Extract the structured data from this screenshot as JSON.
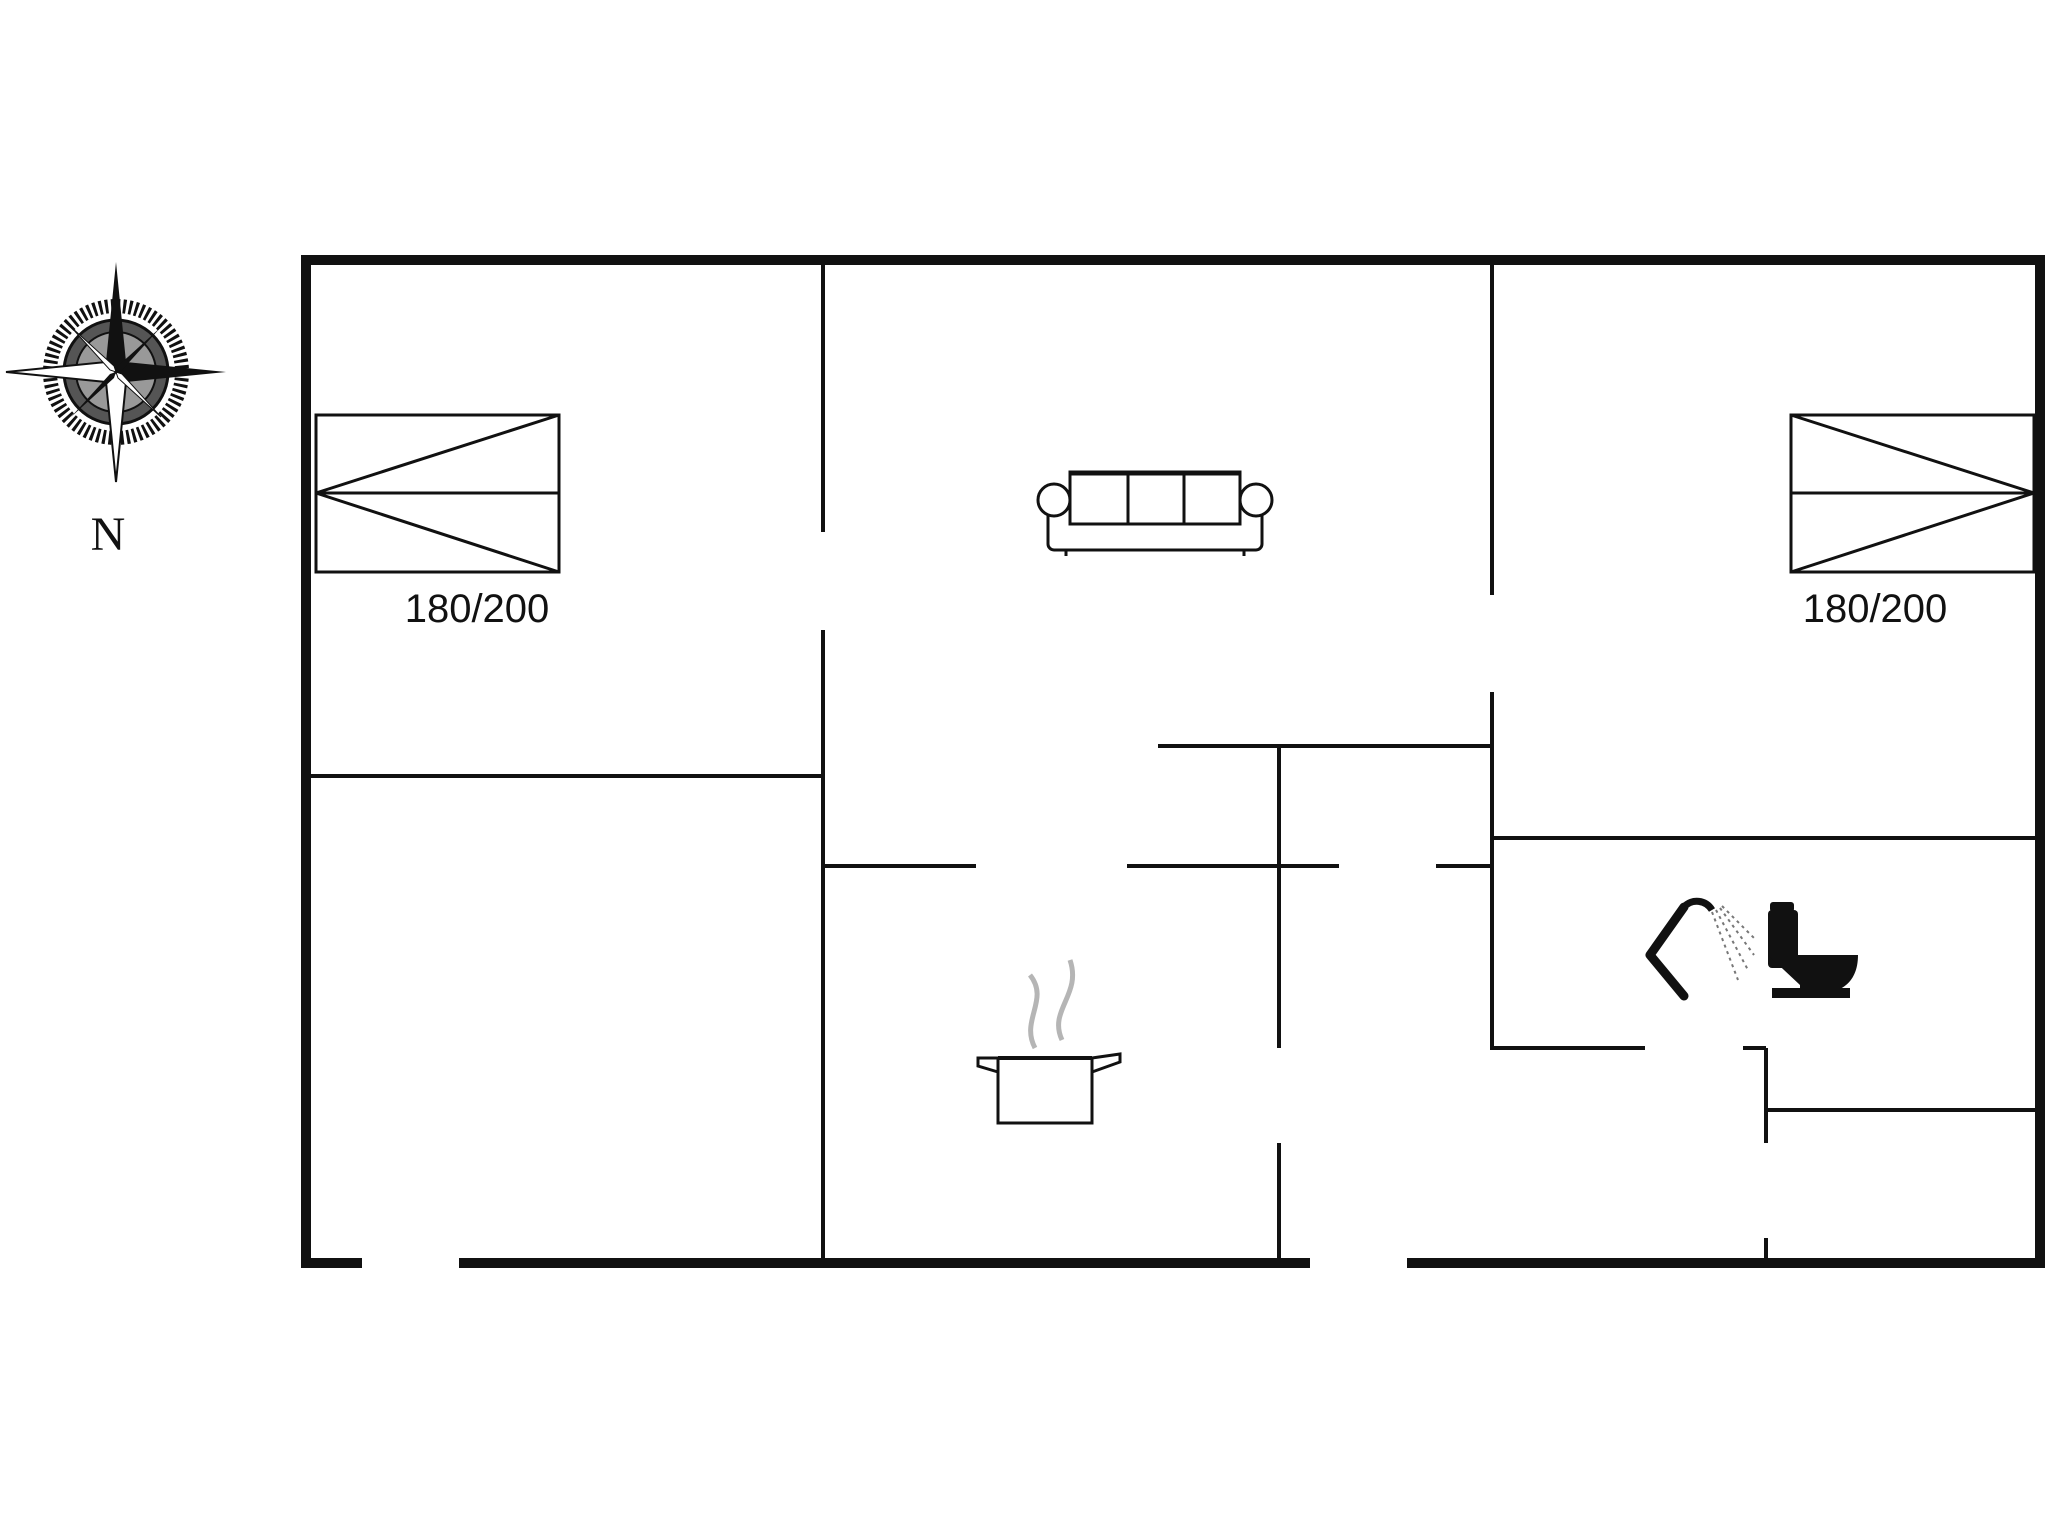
{
  "compass": {
    "north_label": "N"
  },
  "beds": [
    {
      "label": "180/200"
    },
    {
      "label": "180/200"
    }
  ],
  "colors": {
    "wall": "#111111",
    "fixture": "#111111",
    "steam": "#b5b5b5"
  },
  "icons": [
    "compass-rose-icon",
    "bed-icon",
    "sofa-icon",
    "cooking-pot-icon",
    "shower-icon",
    "toilet-icon"
  ]
}
